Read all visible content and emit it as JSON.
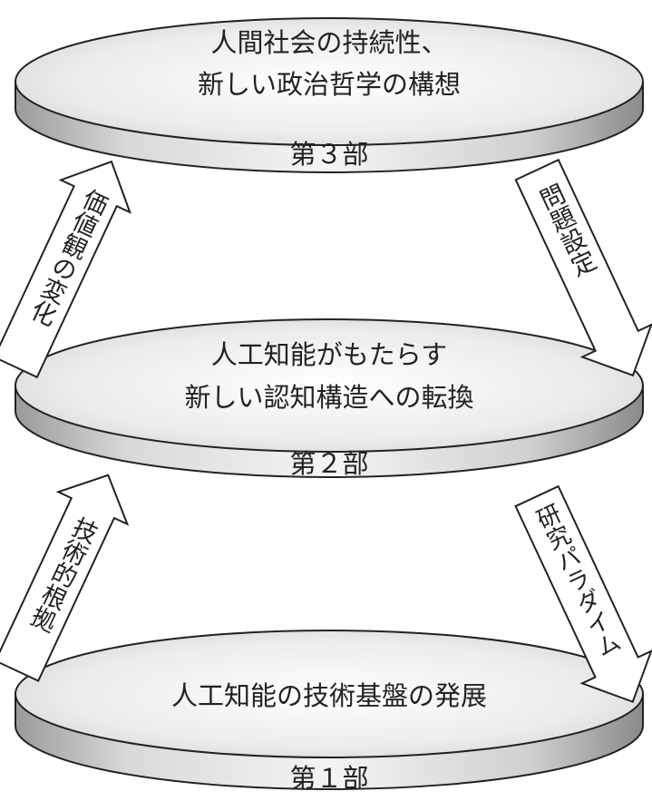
{
  "layers": [
    {
      "part_label": "第３部",
      "lines": [
        "人間社会の持続性、",
        "新しい政治哲学の構想"
      ]
    },
    {
      "part_label": "第２部",
      "lines": [
        "人工知能がもたらす",
        "新しい認知構造への転換"
      ]
    },
    {
      "part_label": "第１部",
      "lines": [
        "人工知能の技術基盤の発展"
      ]
    }
  ],
  "arrows": {
    "left_upper": "価値観の変化",
    "right_upper": "問題設定",
    "left_lower": "技術的根拠",
    "right_lower": "研究パラダイム"
  },
  "colors": {
    "outline": "#222222",
    "top_light": "#ffffff",
    "top_dark": "#c4c4c4",
    "side_light": "#f2f2f2",
    "side_dark": "#8a8a8a"
  }
}
